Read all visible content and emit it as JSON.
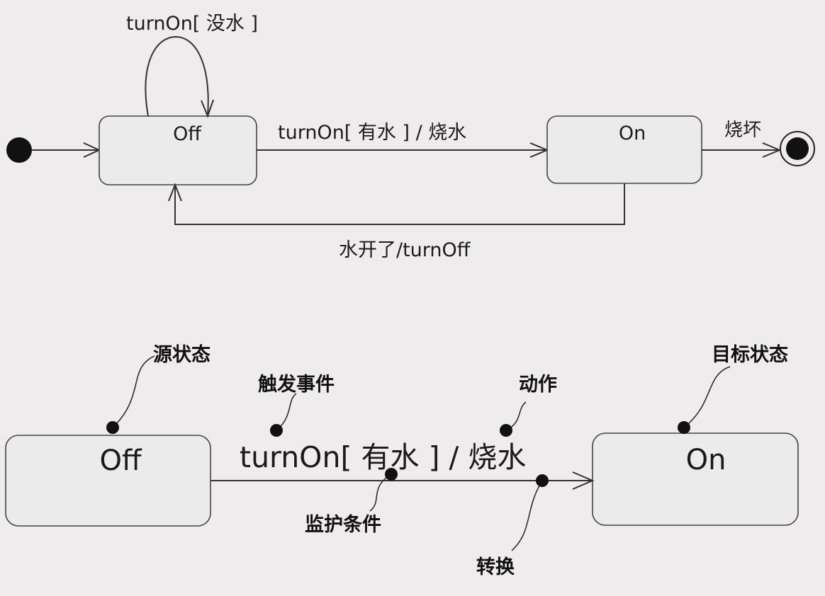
{
  "top": {
    "states": {
      "off": "Off",
      "on": "On"
    },
    "self_loop_label": "turnOn[ 没水 ]",
    "transition_label": "turnOn[ 有水 ] / 烧水",
    "final_label": "烧坏",
    "return_label": "水开了/turnOff"
  },
  "bottom": {
    "states": {
      "source": "Off",
      "target": "On"
    },
    "transition_label": "turnOn[ 有水 ] / 烧水",
    "annotations": {
      "source_state": "源状态",
      "trigger_event": "触发事件",
      "action": "动作",
      "target_state": "目标状态",
      "guard_condition": "监护条件",
      "transition": "转换"
    }
  }
}
